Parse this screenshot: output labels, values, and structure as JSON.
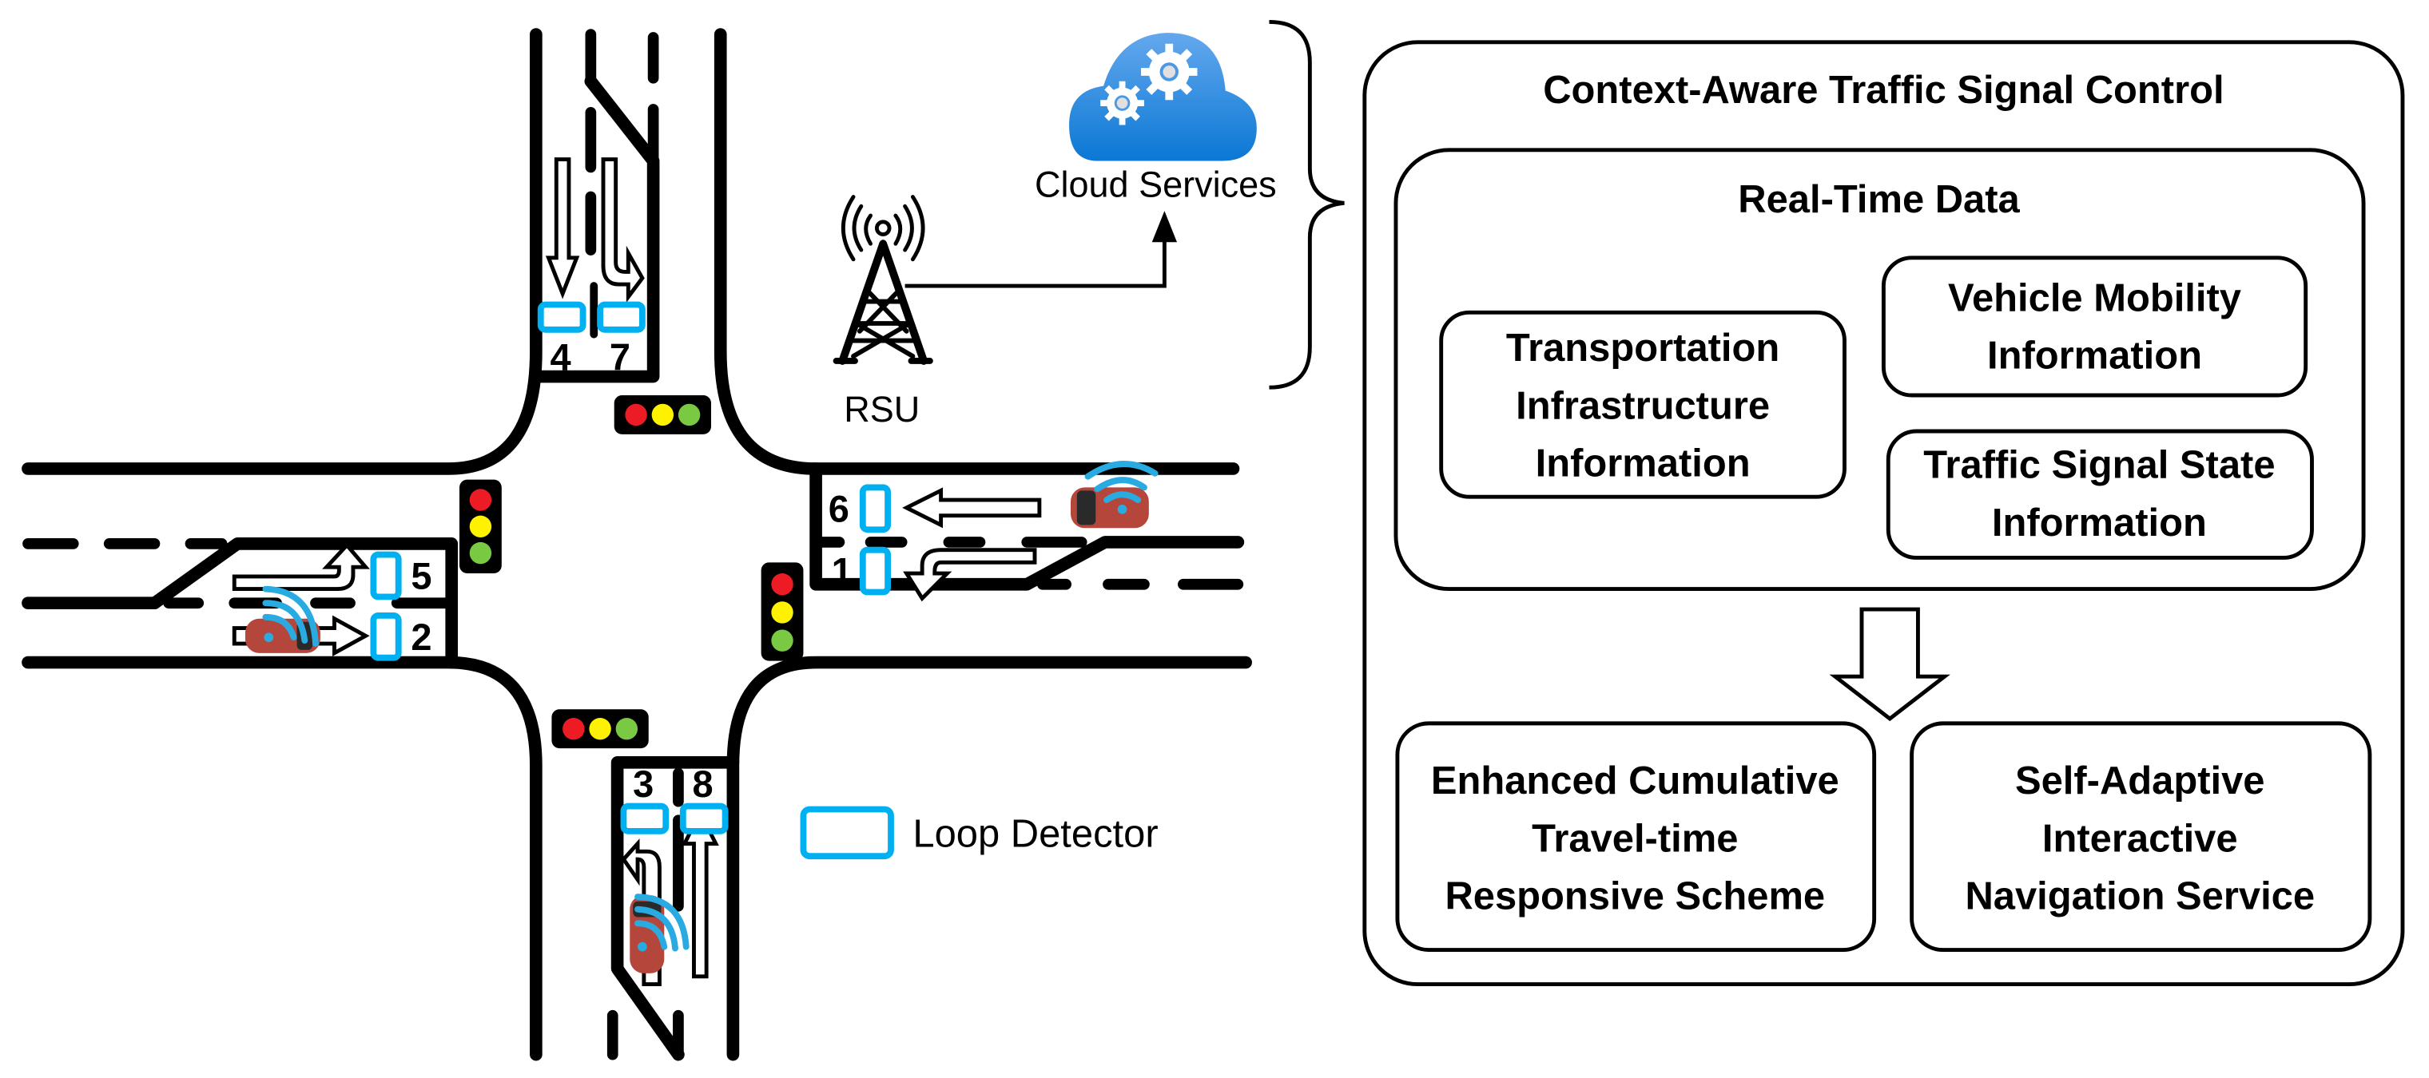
{
  "cloud": {
    "label": "Cloud Services",
    "color": "#2b8de0"
  },
  "rsu": {
    "label": "RSU"
  },
  "legend": {
    "loop_detector_label": "Loop Detector",
    "detector_color": "#00b0f0"
  },
  "lanes": {
    "north": [
      "4",
      "7"
    ],
    "south": [
      "3",
      "8"
    ],
    "west": [
      "5",
      "2"
    ],
    "east": [
      "6",
      "1"
    ]
  },
  "traffic_light_colors": {
    "red": "#ed1c24",
    "yellow": "#fff200",
    "green": "#7ac943"
  },
  "panel": {
    "title": "Context-Aware Traffic Signal Control",
    "realtime": {
      "title": "Real-Time Data",
      "boxes": [
        {
          "lines": [
            "Transportation",
            "Infrastructure",
            "Information"
          ]
        },
        {
          "lines": [
            "Vehicle Mobility",
            "Information"
          ]
        },
        {
          "lines": [
            "Traffic Signal State",
            "Information"
          ]
        }
      ]
    },
    "outputs": [
      {
        "lines": [
          "Enhanced Cumulative",
          "Travel-time",
          "Responsive Scheme"
        ]
      },
      {
        "lines": [
          "Self-Adaptive",
          "Interactive",
          "Navigation Service"
        ]
      }
    ]
  }
}
